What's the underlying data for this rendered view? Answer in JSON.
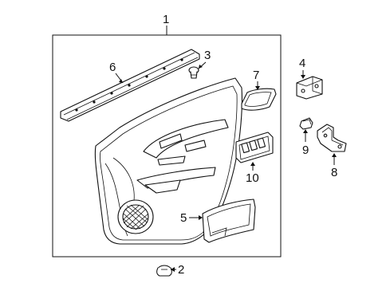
{
  "callouts": {
    "c1": "1",
    "c2": "2",
    "c3": "3",
    "c4": "4",
    "c5": "5",
    "c6": "6",
    "c7": "7",
    "c8": "8",
    "c9": "9",
    "c10": "10"
  },
  "parts": {
    "door_trim_panel": "1",
    "clip": "2",
    "screw_clip": "3",
    "bracket_upper": "4",
    "armrest_pocket": "5",
    "weatherstrip": "6",
    "pull_cup": "7",
    "bracket_lower": "8",
    "grommet": "9",
    "window_switch": "10"
  }
}
